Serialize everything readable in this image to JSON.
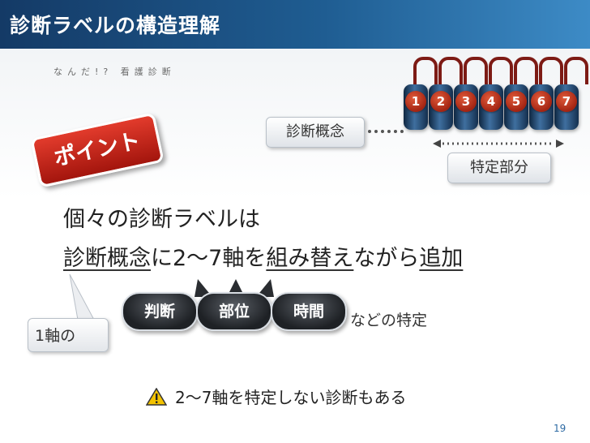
{
  "header": {
    "title": "診断ラベルの構造理解"
  },
  "subtitle": "なんだ!? 看護診断",
  "rings": {
    "numbers": [
      "1",
      "2",
      "3",
      "4",
      "5",
      "6",
      "7"
    ],
    "concept_label": "診断概念",
    "specific_label": "特定部分"
  },
  "point_stamp": "ポイント",
  "main": {
    "line1": "個々の診断ラベルは",
    "line2_a": "診断概念",
    "line2_b": "に2〜7軸を",
    "line2_c": "組み替え",
    "line2_d": "ながら",
    "line2_e": "追加"
  },
  "callout": "1軸の",
  "axes": [
    "判断",
    "部位",
    "時間"
  ],
  "etc_text": "などの特定",
  "warning": {
    "text": "2〜7軸を特定しない診断もある",
    "icon": "warning-icon"
  },
  "page_number": "19",
  "colors": {
    "header": "#1f5d92",
    "accent_red": "#c0281a",
    "pill_dark": "#2a2d31"
  }
}
